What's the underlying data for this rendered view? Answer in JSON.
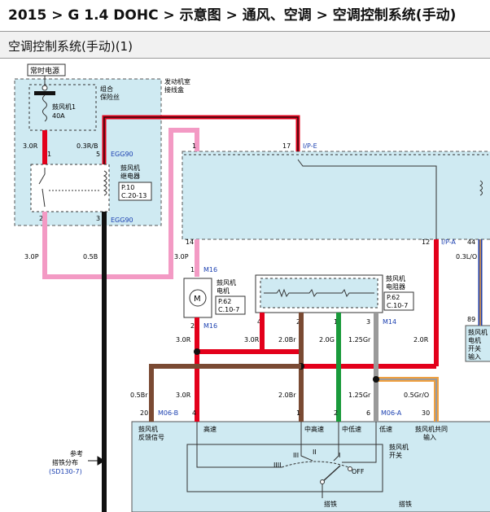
{
  "header": {
    "breadcrumb": "2015 > G 1.4 DOHC > 示意图 > 通风、空调 > 空调控制系统(手动)"
  },
  "section": {
    "title": "空调控制系统(手动)(1)"
  },
  "diagram": {
    "labels": {
      "constant_power": "常时电源",
      "combo_fuse_1": "组合",
      "combo_fuse_2": "保险丝",
      "engine_box_1": "发动机室",
      "engine_box_2": "接线盒",
      "fuse_name": "鼓风机1",
      "fuse_rating": "40A",
      "wire_3_0r": "3.0R",
      "wire_0_3rb": "0.3R/B",
      "wire_3_0p": "3.0P",
      "wire_0_5b": "0.5B",
      "wire_0_3lo": "0.3L/O",
      "wire_2_0br": "2.0Br",
      "wire_2_0g": "2.0G",
      "wire_1_25gr": "1.25Gr",
      "wire_2_0r": "2.0R",
      "wire_0_5br": "0.5Br",
      "wire_0_5gro": "0.5Gr/O",
      "pin_5": "5",
      "pin_2": "2",
      "pin_3": "3",
      "pin_1": "1",
      "pin_17": "17",
      "pin_14": "14",
      "pin_12": "12",
      "pin_44": "44",
      "pin_89": "89",
      "pin_4": "4",
      "pin_6": "6",
      "pin_20": "20",
      "pin_30": "30",
      "egg90": "EGG90",
      "ipe": "I/P-E",
      "ipa": "I/P-A",
      "m16": "M16",
      "m14": "M14",
      "m06b": "M06-B",
      "m06a": "M06-A",
      "relay_1": "鼓风机",
      "relay_2": "继电器",
      "relay_ref_p": "P.10",
      "relay_ref_c": "C.20-13",
      "motor_1": "鼓风机",
      "motor_2": "电机",
      "motor_ref_p": "P.62",
      "motor_ref_c": "C.10-7",
      "motor_symbol": "M",
      "resistor_1": "鼓风机",
      "resistor_2": "电阻器",
      "resistor_ref_p": "P.62",
      "resistor_ref_c": "C.10-7",
      "right_1": "鼓风机",
      "right_2": "电机",
      "right_3": "开关",
      "right_4": "输入",
      "feedback_1": "鼓风机",
      "feedback_2": "反馈信号",
      "speed_high": "高速",
      "speed_midhigh": "中高速",
      "speed_midlow": "中低速",
      "speed_low": "低速",
      "common_1": "鼓风机共同",
      "common_2": "输入",
      "switch_1": "鼓风机",
      "switch_2": "开关",
      "pos_iii": "III",
      "pos_ii": "II",
      "pos_i": "I",
      "pos_iiii": "IIII",
      "pos_off": "OFF",
      "ground_1": "搭铁",
      "ground_2": "搭铁",
      "ref_1": "参考",
      "ref_2": "搭铁分布",
      "ref_3": "(SD130-7)"
    }
  }
}
